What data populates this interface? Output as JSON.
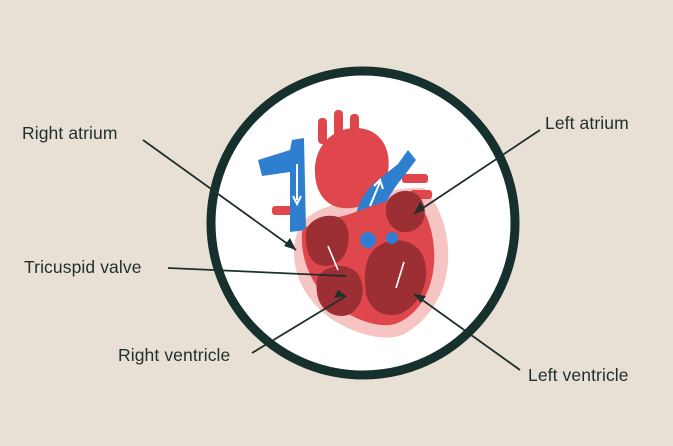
{
  "labels": {
    "right_atrium": "Right atrium",
    "left_atrium": "Left atrium",
    "tricuspid_valve": "Tricuspid valve",
    "right_ventricle": "Right ventricle",
    "left_ventricle": "Left ventricle"
  },
  "colors": {
    "background": "#e9e0d5",
    "circle_fill": "#ffffff",
    "circle_ring": "#16302d",
    "leader_line": "#1f2f2c",
    "vessel_blue": "#2f7fd0",
    "heart_red": "#e0474c",
    "chamber_dark": "#9c2f33",
    "pericardium_pink": "#f7c4c4"
  }
}
